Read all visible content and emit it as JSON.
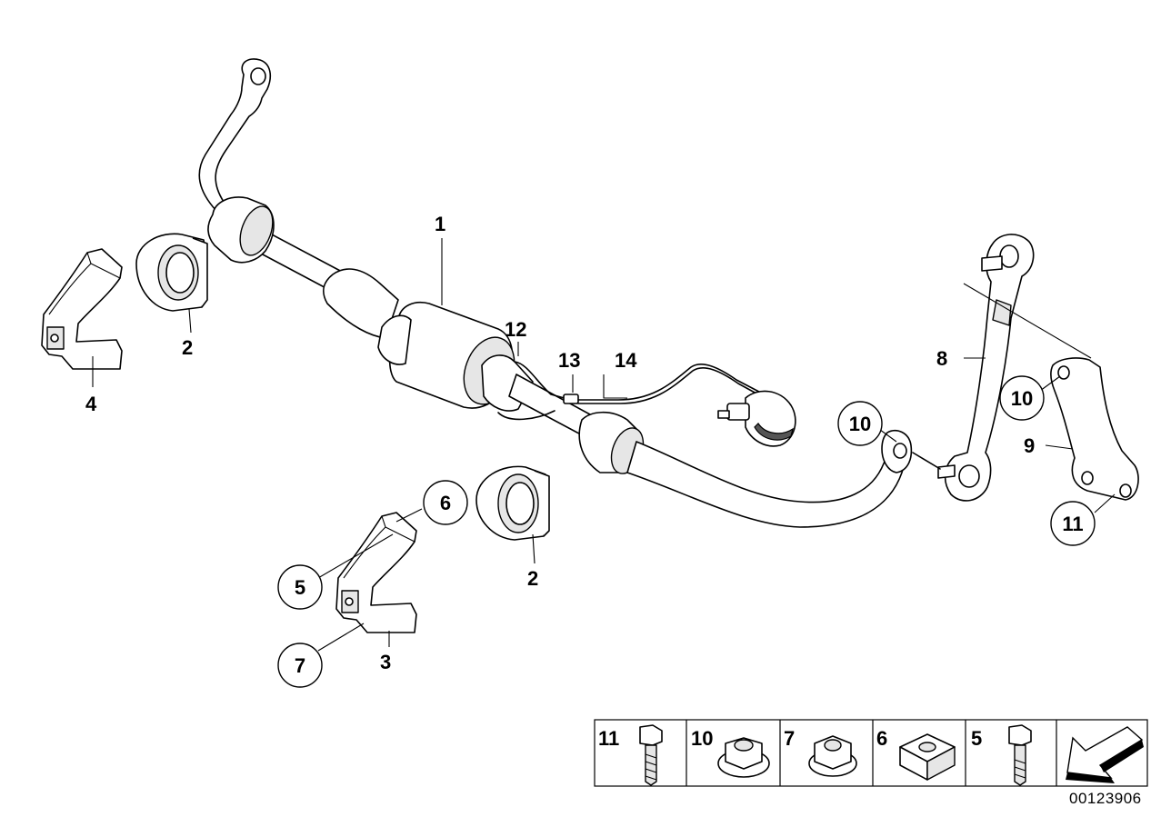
{
  "callouts": {
    "c1": "1",
    "c2a": "2",
    "c2b": "2",
    "c3": "3",
    "c4": "4",
    "c5": "5",
    "c6": "6",
    "c7": "7",
    "c8": "8",
    "c9": "9",
    "c10a": "10",
    "c10b": "10",
    "c11": "11",
    "c12": "12",
    "c13": "13",
    "c14": "14"
  },
  "legend": {
    "items": [
      "11",
      "10",
      "7",
      "6",
      "5"
    ]
  },
  "document_number": "00123906"
}
